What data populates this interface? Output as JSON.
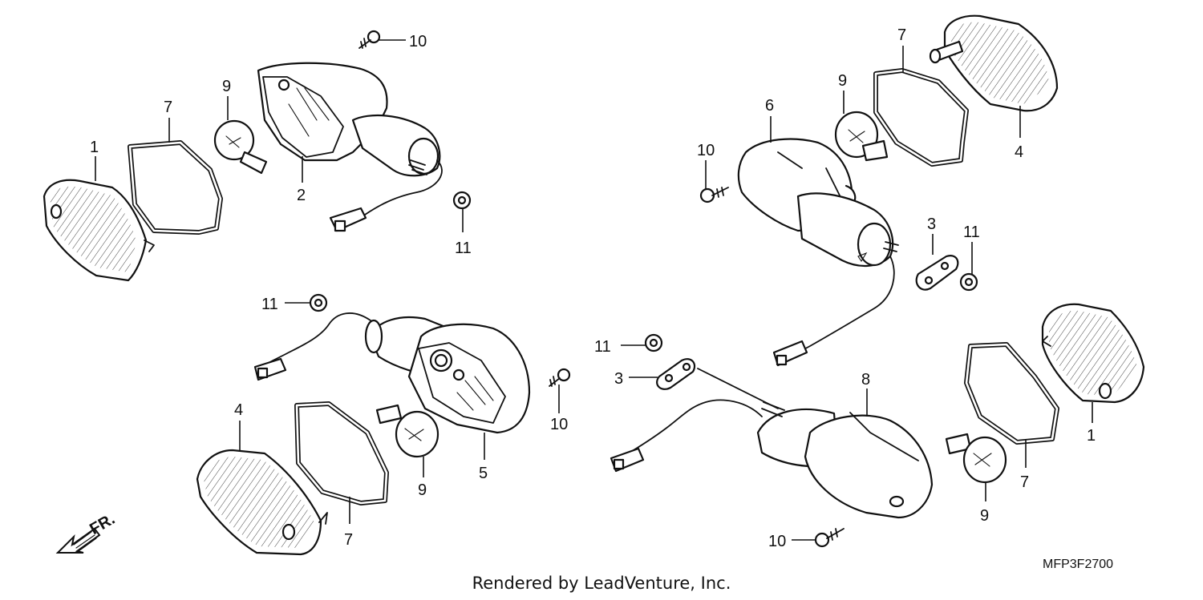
{
  "diagram": {
    "part_numbers": {
      "p1": "1",
      "p2": "2",
      "p3": "3",
      "p4": "4",
      "p5": "5",
      "p6": "6",
      "p7": "7",
      "p8": "8",
      "p9": "9",
      "p10": "10",
      "p11": "11"
    },
    "front_arrow_label": "FR.",
    "diagram_code": "MFP3F2700"
  },
  "footer": {
    "credit": "Rendered by LeadVenture, Inc."
  }
}
